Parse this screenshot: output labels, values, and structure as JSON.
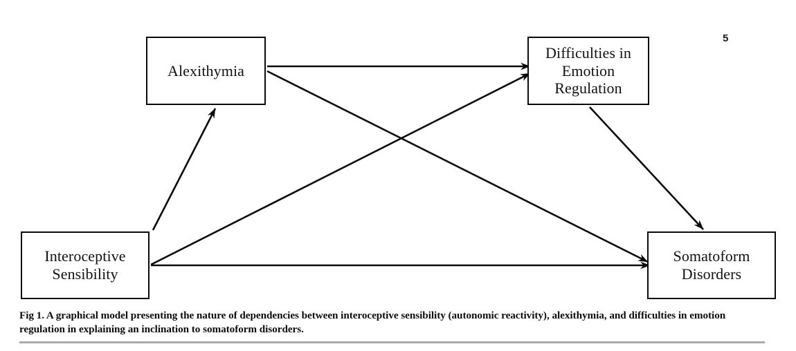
{
  "page": {
    "page_number": "5",
    "background_color": "#ffffff"
  },
  "figure": {
    "caption": "Fig 1. A graphical model presenting the nature of dependencies between interoceptive sensibility (autonomic reactivity), alexithymia, and difficulties in emotion regulation in explaining an inclination to somatoform disorders.",
    "rule_color": "#a8aaac"
  },
  "diagram": {
    "type": "path-model",
    "stroke_color": "#0a0a0a",
    "box_border_color": "#0a0a0a",
    "box_fill_color": "#ffffff",
    "nodes": [
      {
        "id": "alexithymia",
        "label": "Alexithymia"
      },
      {
        "id": "difficulties",
        "label": "Difficulties in\nEmotion\nRegulation"
      },
      {
        "id": "interoceptive",
        "label": "Interoceptive\nSensibility"
      },
      {
        "id": "somatoform",
        "label": "Somatoform\nDisorders"
      }
    ],
    "edges": [
      {
        "id": "edge-interoceptive-to-alexithymia",
        "from": "interoceptive",
        "to": "alexithymia",
        "style": "solid-arrow"
      },
      {
        "id": "edge-alexithymia-to-difficulties",
        "from": "alexithymia",
        "to": "difficulties",
        "style": "solid-arrow"
      },
      {
        "id": "edge-interoceptive-to-difficulties",
        "from": "interoceptive",
        "to": "difficulties",
        "style": "solid-arrow"
      },
      {
        "id": "edge-alexithymia-to-somatoform",
        "from": "alexithymia",
        "to": "somatoform",
        "style": "solid-arrow"
      },
      {
        "id": "edge-interoceptive-to-somatoform",
        "from": "interoceptive",
        "to": "somatoform",
        "style": "solid-arrow"
      },
      {
        "id": "edge-difficulties-to-somatoform",
        "from": "difficulties",
        "to": "somatoform",
        "style": "solid-arrow"
      }
    ]
  }
}
